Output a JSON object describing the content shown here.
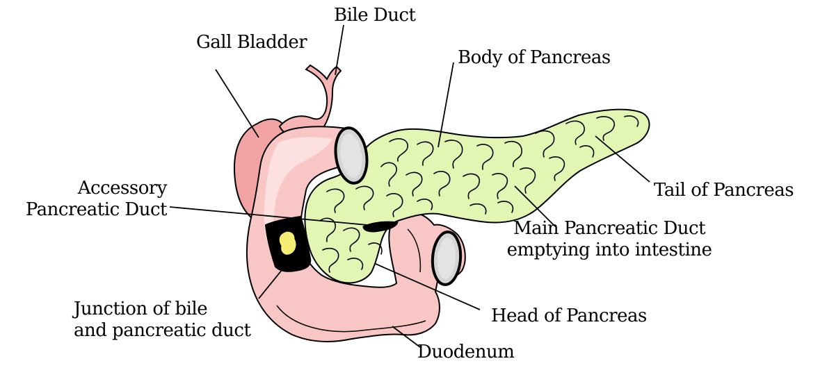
{
  "labels": {
    "bile_duct": "Bile Duct",
    "gall_bladder": "Gall Bladder",
    "body_of_pancreas": "Body of Pancreas",
    "tail_of_pancreas": "Tail of Pancreas",
    "accessory_duct": [
      "Accessory",
      "Pancreatic Duct"
    ],
    "main_duct": [
      "Main Pancreatic Duct",
      "emptying into intestine"
    ],
    "junction": [
      "Junction of bile",
      "and pancreatic duct"
    ],
    "head_of_pancreas": "Head of Pancreas",
    "duodenum": "Duodenum"
  },
  "colors": {
    "pancreas": "#e2f5b3",
    "duodenum": "#f9c6c6",
    "duodenum_light": "#fde0e0",
    "gall_bladder": "#f2a4a4",
    "duct_lumen": "#cfcfcf",
    "junction_dark": "#000000",
    "junction_spot": "#f6ee74",
    "outline": "#000000"
  }
}
